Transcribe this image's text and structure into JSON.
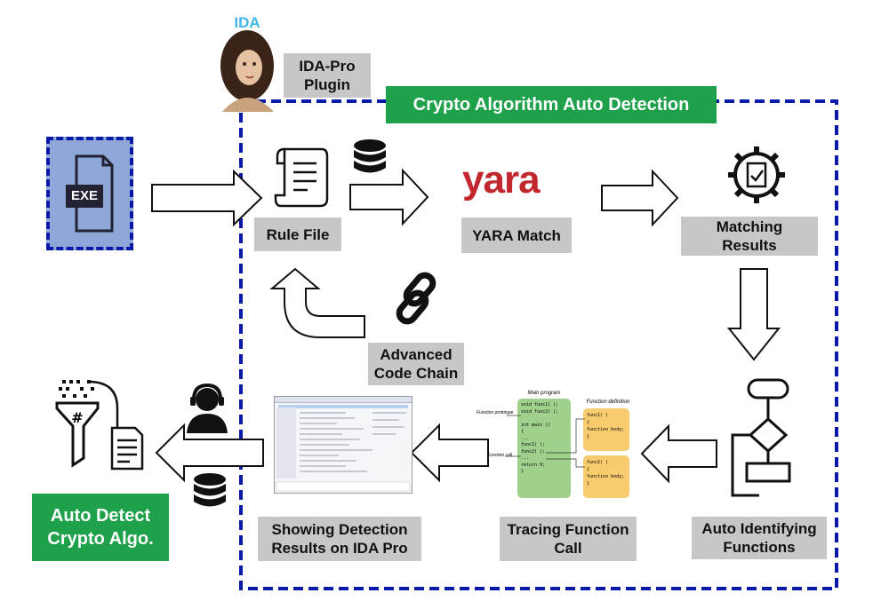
{
  "plugin": {
    "logo_text": "IDA",
    "label": "IDA-Pro\nPlugin"
  },
  "title": "Crypto Algorithm Auto Detection",
  "input": {
    "file_type": "EXE"
  },
  "nodes": {
    "rule_file": "Rule File",
    "yara_logo": "yara",
    "yara_match": "YARA Match",
    "matching_results": "Matching\nResults",
    "advanced_code_chain": "Advanced\nCode Chain",
    "auto_identifying": "Auto Identifying\nFunctions",
    "tracing_call": "Tracing Function\nCall",
    "showing_results": "Showing Detection\nResults on IDA Pro",
    "output": "Auto Detect\nCrypto Algo."
  },
  "call_graph": {
    "main_title": "Main program",
    "def_title": "Function definition",
    "prototype_label": "Function prototype",
    "call_label": "Function call",
    "main_lines": [
      "void func1( );",
      "void func2( );",
      "",
      "int main ()",
      "{",
      "  ...",
      "  func1( );",
      "  func2( );",
      "  ...",
      "  return 0;",
      "}"
    ],
    "func1_lines": [
      "func1( )",
      "{",
      "  function body;",
      "}"
    ],
    "func2_lines": [
      "func2( )",
      "{",
      "  function body;",
      "}"
    ]
  },
  "colors": {
    "accent_green": "#1ea14a",
    "dashed_border": "#0a1aa8",
    "exe_box": "#8fa6d8",
    "label_gray": "#c7c7c7"
  },
  "icons": [
    "ida-portrait-icon",
    "exe-file-icon",
    "scroll-icon",
    "database-icon",
    "gear-check-icon",
    "chain-link-icon",
    "flowchart-icon",
    "analyst-icon",
    "filter-document-icon"
  ]
}
